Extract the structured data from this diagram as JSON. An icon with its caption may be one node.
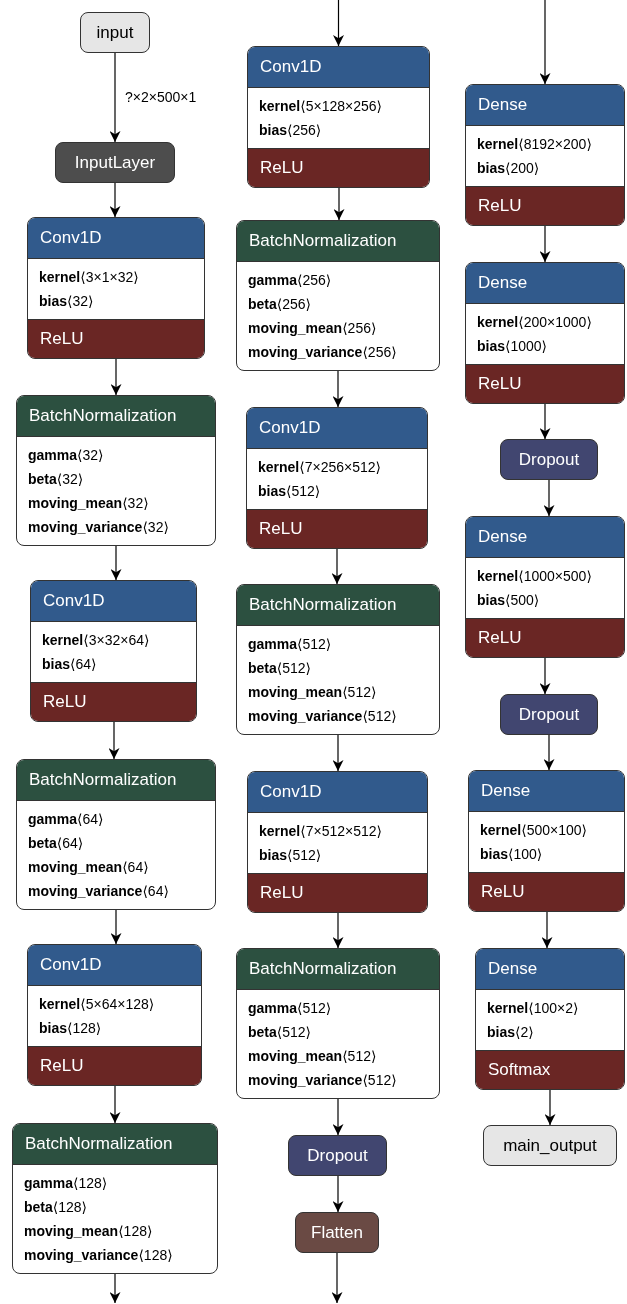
{
  "diagram": {
    "nodes": [
      {
        "text": [
          "input"
        ]
      },
      {
        "text": [
          "InputLayer"
        ]
      },
      {
        "text": [
          "Conv1D",
          "**kernel**⟨3×1×32⟩",
          "**bias**⟨32⟩",
          "ReLU"
        ]
      },
      {
        "text": [
          "BatchNormalization",
          "**gamma**⟨32⟩",
          "**beta**⟨32⟩",
          "**moving_mean**⟨32⟩",
          "**moving_variance**⟨32⟩"
        ]
      },
      {
        "text": [
          "Conv1D",
          "**kernel**⟨3×32×64⟩",
          "**bias**⟨64⟩",
          "ReLU"
        ]
      },
      {
        "text": [
          "BatchNormalization",
          "**gamma**⟨64⟩",
          "**beta**⟨64⟩",
          "**moving_mean**⟨64⟩",
          "**moving_variance**⟨64⟩"
        ]
      },
      {
        "text": [
          "Conv1D",
          "**kernel**⟨5×64×128⟩",
          "**bias**⟨128⟩",
          "ReLU"
        ]
      },
      {
        "text": [
          "BatchNormalization",
          "**gamma**⟨128⟩",
          "**beta**⟨128⟩",
          "**moving_mean**⟨128⟩",
          "**moving_variance**⟨128⟩"
        ]
      },
      {
        "text": [
          "Conv1D",
          "**kernel**⟨5×128×256⟩",
          "**bias**⟨256⟩",
          "ReLU"
        ]
      },
      {
        "text": [
          "BatchNormalization",
          "**gamma**⟨256⟩",
          "**beta**⟨256⟩",
          "**moving_mean**⟨256⟩",
          "**moving_variance**⟨256⟩"
        ]
      },
      {
        "text": [
          "Conv1D",
          "**kernel**⟨7×256×512⟩",
          "**bias**⟨512⟩",
          "ReLU"
        ]
      },
      {
        "text": [
          "BatchNormalization",
          "**gamma**⟨512⟩",
          "**beta**⟨512⟩",
          "**moving_mean**⟨512⟩",
          "**moving_variance**⟨512⟩"
        ]
      },
      {
        "text": [
          "Conv1D",
          "**kernel**⟨7×512×512⟩",
          "**bias**⟨512⟩",
          "ReLU"
        ]
      },
      {
        "text": [
          "BatchNormalization",
          "**gamma**⟨512⟩",
          "**beta**⟨512⟩",
          "**moving_mean**⟨512⟩",
          "**moving_variance**⟨512⟩"
        ]
      },
      {
        "text": [
          "Dropout"
        ]
      },
      {
        "text": [
          "Flatten"
        ]
      },
      {
        "text": [
          "Dense",
          "**kernel**⟨8192×200⟩",
          "**bias**⟨200⟩",
          "ReLU"
        ]
      },
      {
        "text": [
          "Dense",
          "**kernel**⟨200×1000⟩",
          "**bias**⟨1000⟩",
          "ReLU"
        ]
      },
      {
        "text": [
          "Dropout"
        ]
      },
      {
        "text": [
          "Dense",
          "**kernel**⟨1000×500⟩",
          "**bias**⟨500⟩",
          "ReLU"
        ]
      },
      {
        "text": [
          "Dropout"
        ]
      },
      {
        "text": [
          "Dense",
          "**kernel**⟨500×100⟩",
          "**bias**⟨100⟩",
          "ReLU"
        ]
      },
      {
        "text": [
          "Dense",
          "**kernel**⟨100×2⟩",
          "**bias**⟨2⟩",
          "Softmax"
        ]
      },
      {
        "text": [
          "main_output"
        ]
      }
    ],
    "edges": [
      {
        "from": 0,
        "to": 1,
        "arrow": "to",
        "label": "?×2×500×1"
      },
      {
        "from": 1,
        "to": 2,
        "arrow": "to"
      },
      {
        "from": 2,
        "to": 3,
        "arrow": "to"
      },
      {
        "from": 3,
        "to": 4,
        "arrow": "to"
      },
      {
        "from": 4,
        "to": 5,
        "arrow": "to"
      },
      {
        "from": 5,
        "to": 6,
        "arrow": "to"
      },
      {
        "from": 6,
        "to": 7,
        "arrow": "to"
      },
      {
        "from": 7,
        "to": null,
        "arrow": "to"
      },
      {
        "from": null,
        "to": 8,
        "arrow": "to"
      },
      {
        "from": 8,
        "to": 9,
        "arrow": "to"
      },
      {
        "from": 9,
        "to": 10,
        "arrow": "to"
      },
      {
        "from": 10,
        "to": 11,
        "arrow": "to"
      },
      {
        "from": 11,
        "to": 12,
        "arrow": "to"
      },
      {
        "from": 12,
        "to": 13,
        "arrow": "to"
      },
      {
        "from": 13,
        "to": 14,
        "arrow": "to"
      },
      {
        "from": 14,
        "to": 15,
        "arrow": "to"
      },
      {
        "from": 15,
        "to": null,
        "arrow": "to"
      },
      {
        "from": null,
        "to": 16,
        "arrow": "to"
      },
      {
        "from": 16,
        "to": 17,
        "arrow": "to"
      },
      {
        "from": 17,
        "to": 18,
        "arrow": "to"
      },
      {
        "from": 18,
        "to": 19,
        "arrow": "to"
      },
      {
        "from": 19,
        "to": 20,
        "arrow": "to"
      },
      {
        "from": 20,
        "to": 21,
        "arrow": "to"
      },
      {
        "from": 21,
        "to": 22,
        "arrow": "to"
      },
      {
        "from": 22,
        "to": 23,
        "arrow": "to"
      }
    ]
  }
}
